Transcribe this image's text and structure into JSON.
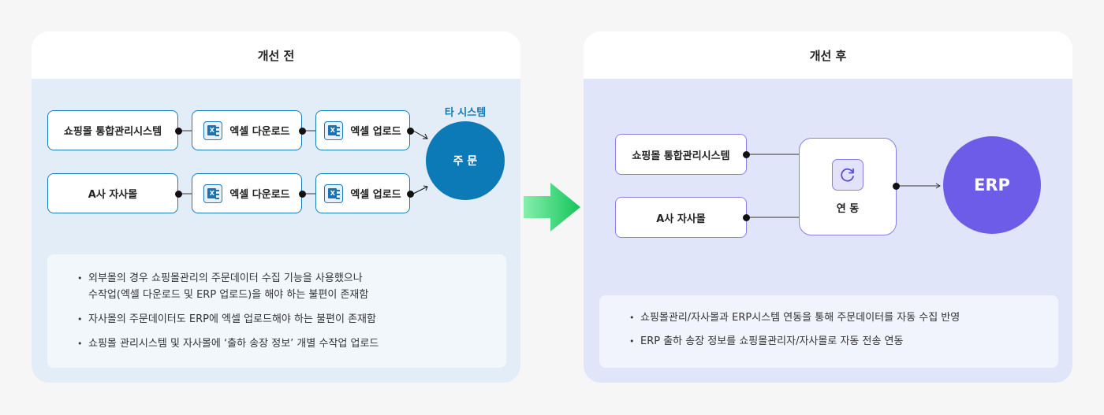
{
  "before": {
    "title": "개선 전",
    "source1": "쇼핑몰 통합관리시스템",
    "source2": "A사 자사몰",
    "download": "엑셀 다운로드",
    "upload": "엑셀 업로드",
    "other_system": "타 시스템",
    "order": "주 문",
    "notes": [
      "외부몰의 경우 쇼핑몰관리의 주문데이터 수집 기능을 사용했으나",
      "수작업(엑셀 다운로드 및 ERP 업로드)을 해야 하는 불편이 존재함",
      "자사몰의 주문데이터도 ERP에 엑셀 업로드해야 하는 불편이 존재함",
      "쇼핑몰 관리시스템 및 자사몰에 ‘출하 송장 정보’ 개별 수작업 업로드"
    ]
  },
  "after": {
    "title": "개선 후",
    "source1": "쇼핑몰 통합관리시스템",
    "source2": "A사 자사몰",
    "link_label": "연 동",
    "erp": "ERP",
    "notes": [
      "쇼핑몰관리/자사몰과 ERP시스템 연동을 통해 주문데이터를 자동 수집 반영",
      "ERP 출하 송장 정보를 쇼핑몰관리자/자사몰로 자동 전송 연동"
    ]
  },
  "colors": {
    "before_accent": "#0d7ab8",
    "after_accent": "#6d5ce8",
    "arrow": "#22c55e"
  },
  "icons": {
    "excel": "excel-icon",
    "sync": "sync-icon",
    "transition": "right-arrow-icon"
  }
}
